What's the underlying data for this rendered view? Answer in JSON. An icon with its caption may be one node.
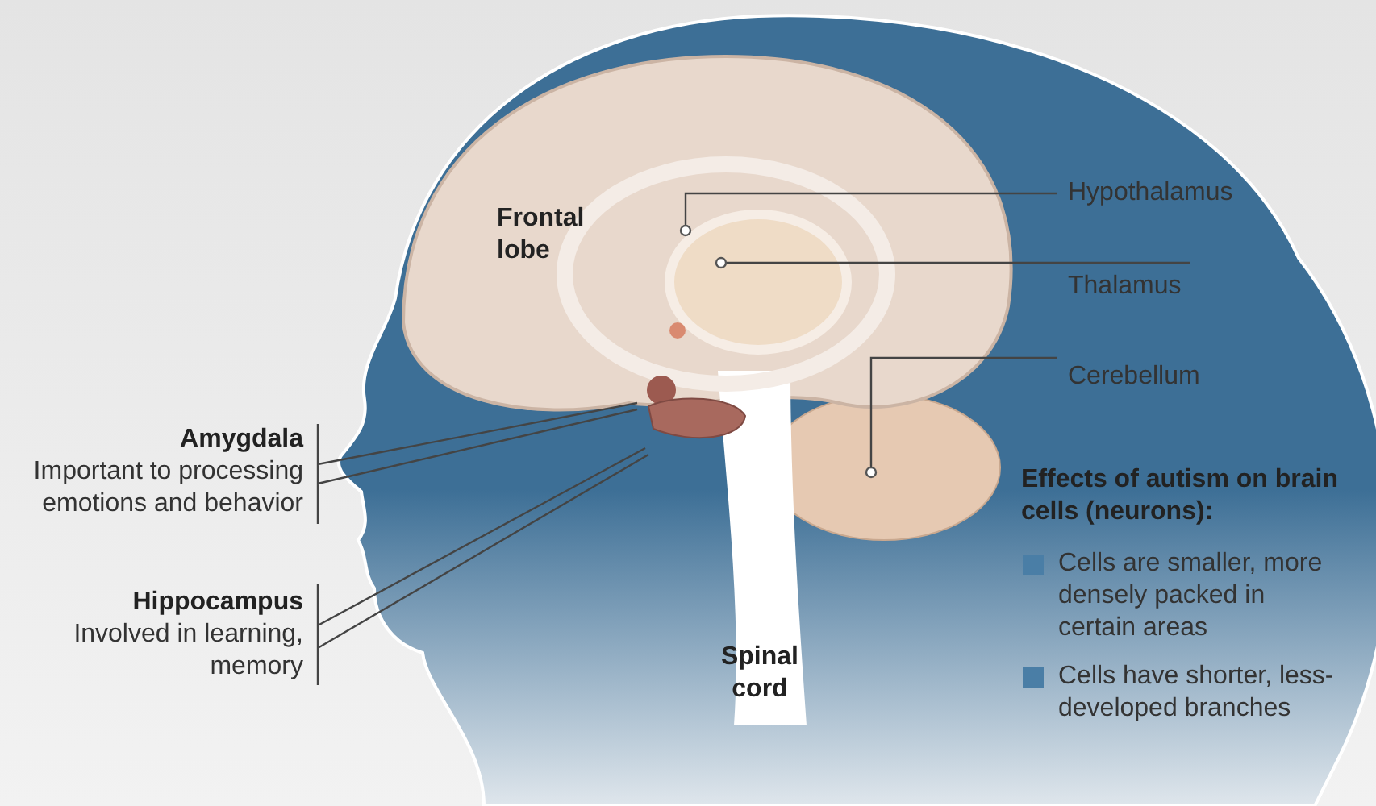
{
  "diagram": {
    "nodes": [
      {
        "text": [
          "Hypothalamus"
        ]
      },
      {
        "text": [
          "Thalamus"
        ]
      },
      {
        "text": [
          "Cerebellum"
        ]
      },
      {
        "text": [
          "Amygdala",
          "Important to processing emotions and behavior"
        ]
      },
      {
        "text": [
          "Hippocampus",
          "Involved in learning, memory"
        ]
      }
    ],
    "edges": [
      {
        "from": 0,
        "to": null,
        "arrow": "other"
      },
      {
        "from": 1,
        "to": null,
        "arrow": "other"
      },
      {
        "from": 2,
        "to": null,
        "arrow": "other"
      },
      {
        "from": 3,
        "to": null,
        "arrow": "none"
      },
      {
        "from": 4,
        "to": null,
        "arrow": "none"
      }
    ],
    "labels": [
      "Frontal lobe",
      "Spinal cord",
      "Effects of autism on brain cells (neurons):"
    ],
    "legend": [
      {
        "text": "Cells are smaller, more densely packed in certain areas",
        "color": "#4a7ea6"
      },
      {
        "text": "Cells have shorter, less-developed branches",
        "color": "#4a7ea6"
      }
    ]
  }
}
